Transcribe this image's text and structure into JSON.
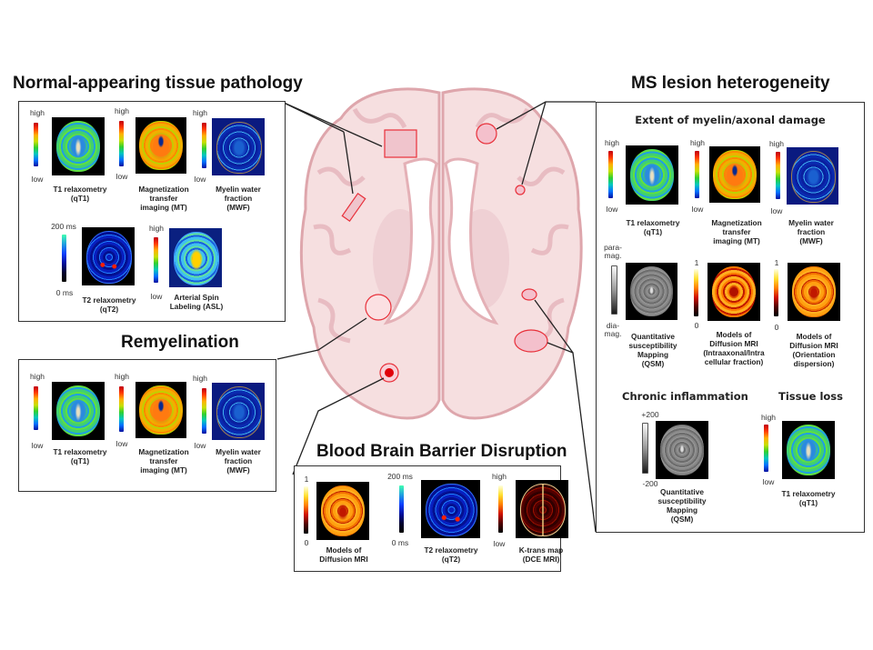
{
  "sections": {
    "normal_appearing": {
      "title": "Normal-appearing tissue pathology",
      "maps": [
        {
          "caption": "T1 relaxometry\n(qT1)",
          "scale_top": "high",
          "scale_bottom": "low",
          "colormap": "rainbow"
        },
        {
          "caption": "Magnetization\ntransfer\nimaging (MT)",
          "scale_top": "high",
          "scale_bottom": "low",
          "colormap": "rainbow"
        },
        {
          "caption": "Myelin water\nfraction\n(MWF)",
          "scale_top": "high",
          "scale_bottom": "low",
          "colormap": "rainbow"
        },
        {
          "caption": "T2 relaxometry\n(qT2)",
          "scale_top": "200 ms",
          "scale_bottom": "0 ms",
          "colormap": "t2-blue"
        },
        {
          "caption": "Arterial Spin\nLabeling (ASL)",
          "scale_top": "high",
          "scale_bottom": "low",
          "colormap": "rainbow"
        }
      ]
    },
    "remyelination": {
      "title": "Remyelination",
      "maps": [
        {
          "caption": "T1 relaxometry\n(qT1)",
          "scale_top": "high",
          "scale_bottom": "low",
          "colormap": "rainbow"
        },
        {
          "caption": "Magnetization\ntransfer\nimaging (MT)",
          "scale_top": "high",
          "scale_bottom": "low",
          "colormap": "rainbow"
        },
        {
          "caption": "Myelin water\nfraction\n(MWF)",
          "scale_top": "high",
          "scale_bottom": "low",
          "colormap": "rainbow"
        }
      ]
    },
    "bbb": {
      "title": "Blood Brain Barrier Disruption",
      "maps": [
        {
          "caption": "Models of\nDiffusion MRI",
          "scale_top": "1",
          "scale_bottom": "0",
          "colormap": "hot"
        },
        {
          "caption": "T2 relaxometry\n(qT2)",
          "scale_top": "200 ms",
          "scale_bottom": "0 ms",
          "colormap": "t2-blue"
        },
        {
          "caption": "K-trans map\n(DCE MRI)",
          "scale_top": "high",
          "scale_bottom": "low",
          "colormap": "hot"
        }
      ]
    },
    "ms_lesion": {
      "title": "MS lesion heterogeneity",
      "extent": {
        "title": "Extent of myelin/axonal damage",
        "maps": [
          {
            "caption": "T1 relaxometry\n(qT1)",
            "scale_top": "high",
            "scale_bottom": "low",
            "colormap": "rainbow"
          },
          {
            "caption": "Magnetization\ntransfer\nimaging (MT)",
            "scale_top": "high",
            "scale_bottom": "low",
            "colormap": "rainbow"
          },
          {
            "caption": "Myelin water\nfraction\n(MWF)",
            "scale_top": "high",
            "scale_bottom": "low",
            "colormap": "rainbow"
          },
          {
            "caption": "Quantitative\nsusceptibility\nMapping\n(QSM)",
            "scale_top": "para-\nmag.",
            "scale_bottom": "dia-\nmag.",
            "colormap": "gray"
          },
          {
            "caption": "Models of\nDiffusion MRI\n(Intraaxonal/Intra\ncellular fraction)",
            "scale_top": "1",
            "scale_bottom": "0",
            "colormap": "hot"
          },
          {
            "caption": "Models of\nDiffusion MRI\n(Orientation\ndispersion)",
            "scale_top": "1",
            "scale_bottom": "0",
            "colormap": "hot"
          }
        ]
      },
      "chronic": {
        "title": "Chronic inflammation",
        "map": {
          "caption": "Quantitative\nsusceptibility\nMapping\n(QSM)",
          "scale_top": "+200",
          "scale_bottom": "-200",
          "colormap": "gray"
        }
      },
      "tissue_loss": {
        "title": "Tissue loss",
        "map": {
          "caption": "T1 relaxometry\n(qT1)",
          "scale_top": "high",
          "scale_bottom": "low",
          "colormap": "rainbow"
        }
      }
    }
  },
  "brain": {
    "label": "axial brain section illustration",
    "colors": {
      "tissue": "#f6dfe0",
      "cortex": "#edc4c8",
      "outline": "#dea6ac",
      "lesion_stroke": "#e8303a",
      "lesion_fill": "#f2b6c4",
      "active_lesion": "#e0000a"
    }
  }
}
